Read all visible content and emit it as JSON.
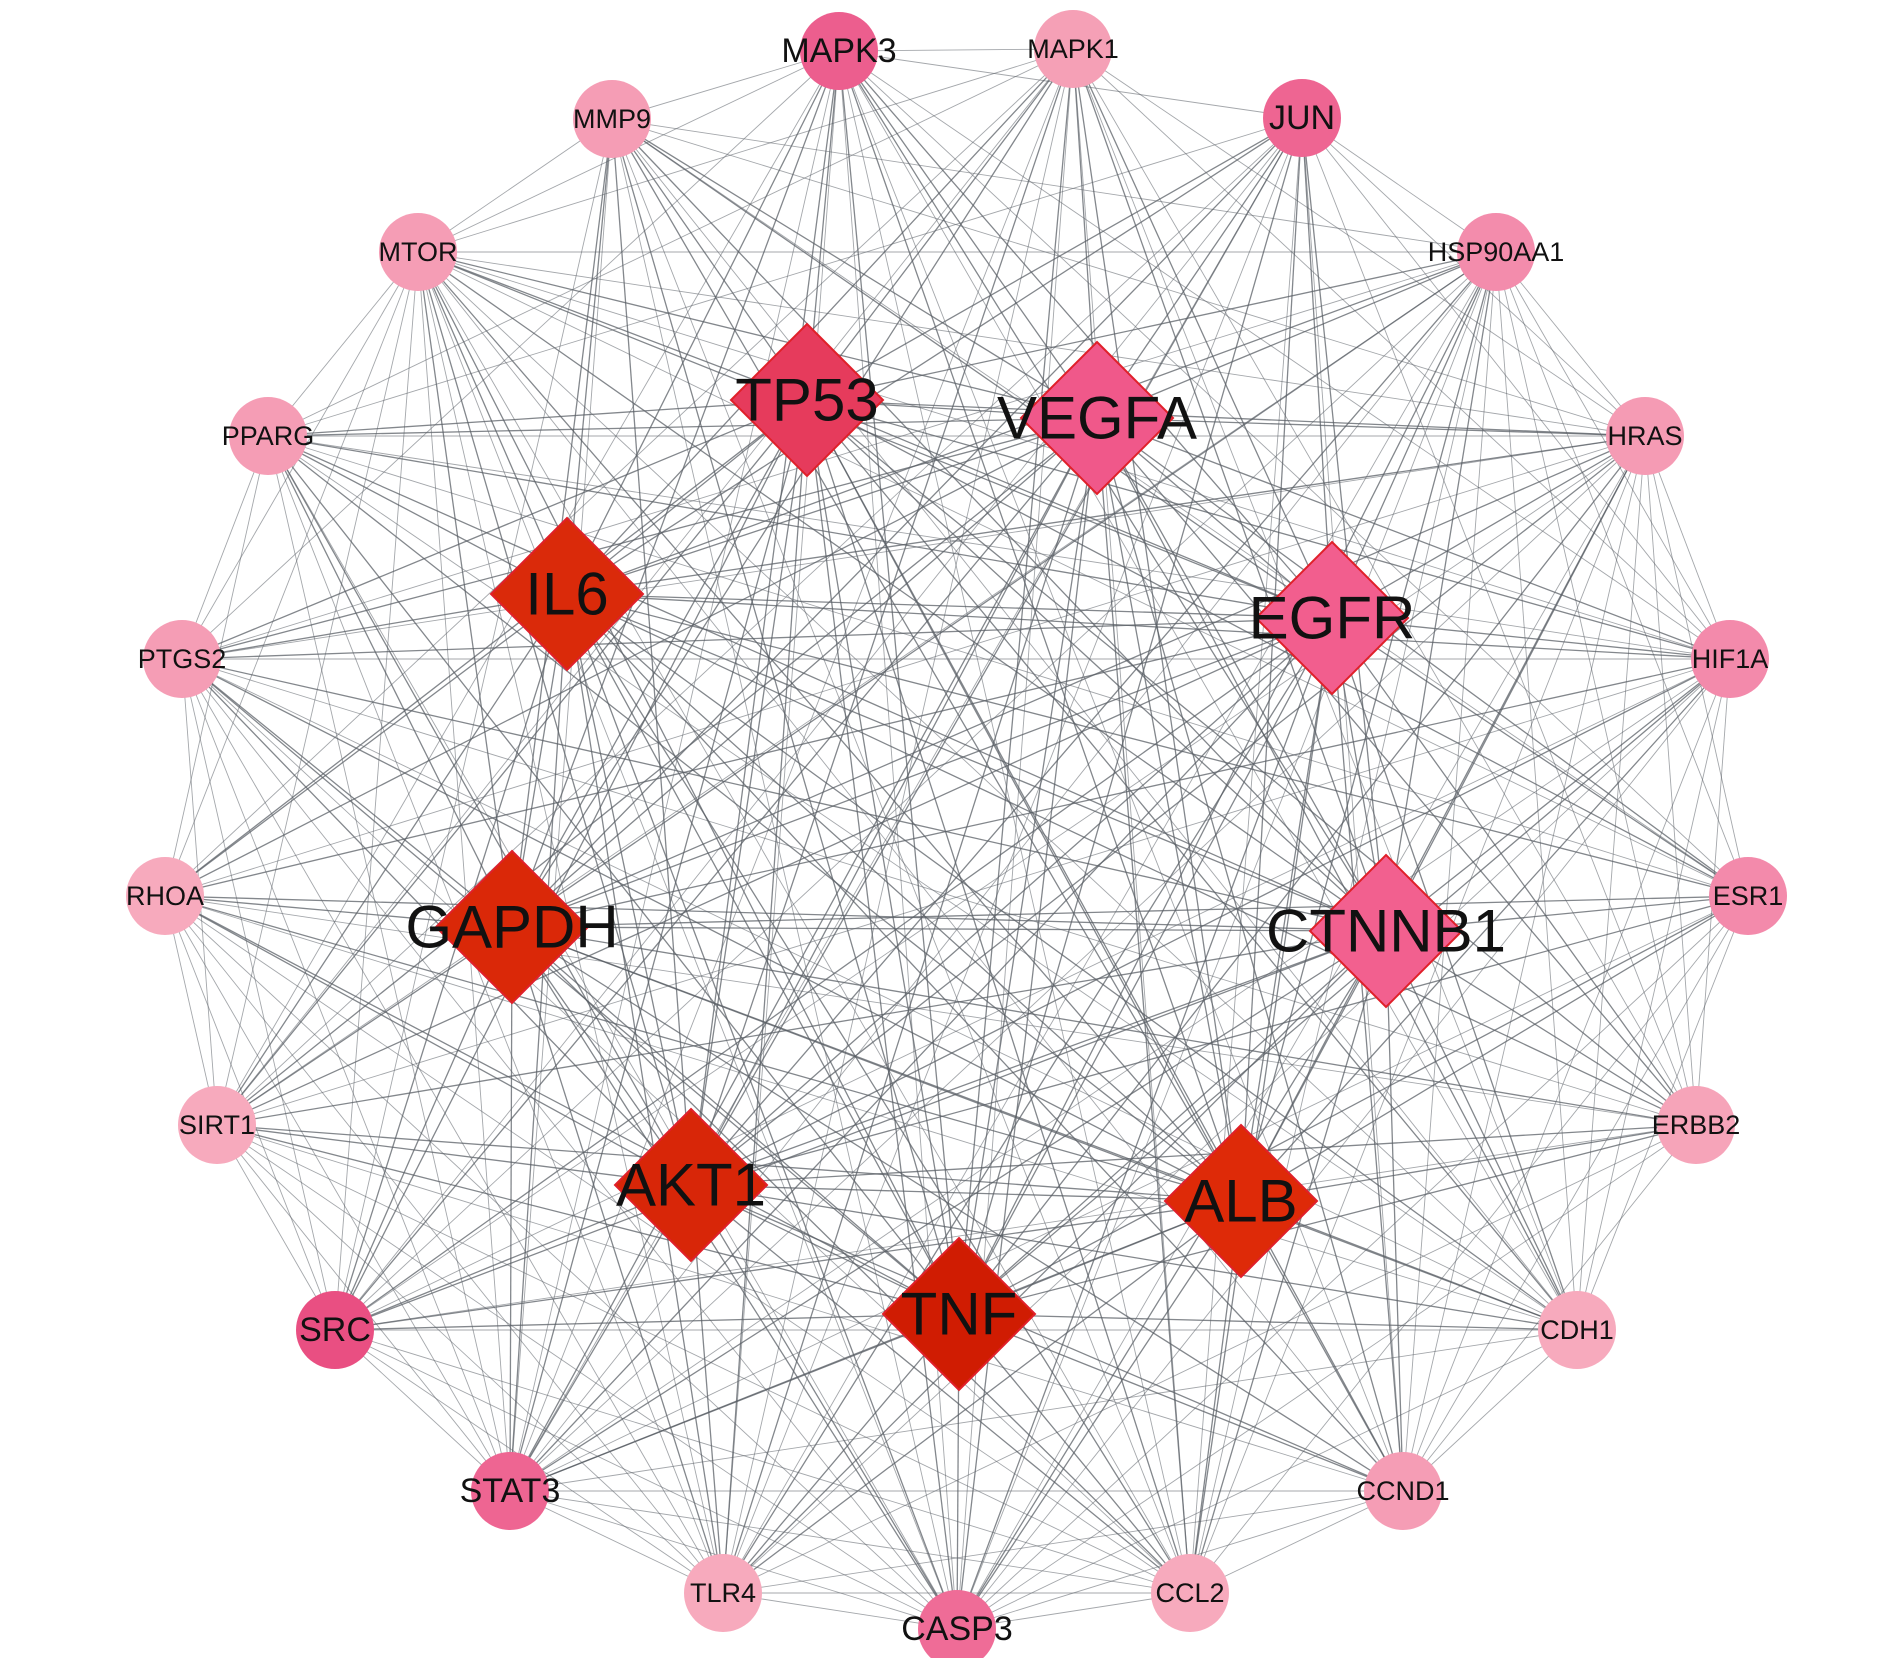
{
  "title": "PPI network",
  "colors": {
    "edge": "#5a5f66",
    "label": "#111111"
  },
  "hub_nodes": [
    {
      "id": "TP53",
      "shape": "diamond",
      "color": "#e63b5c"
    },
    {
      "id": "VEGFA",
      "shape": "diamond",
      "color": "#f0588a"
    },
    {
      "id": "IL6",
      "shape": "diamond",
      "color": "#da2a0a"
    },
    {
      "id": "EGFR",
      "shape": "diamond",
      "color": "#f25e8e"
    },
    {
      "id": "GAPDH",
      "shape": "diamond",
      "color": "#da2808"
    },
    {
      "id": "CTNNB1",
      "shape": "diamond",
      "color": "#f2608f"
    },
    {
      "id": "AKT1",
      "shape": "diamond",
      "color": "#d82608"
    },
    {
      "id": "ALB",
      "shape": "diamond",
      "color": "#de2a08"
    },
    {
      "id": "TNF",
      "shape": "diamond",
      "color": "#d01c02"
    }
  ],
  "ring_nodes": [
    {
      "id": "MAPK3",
      "shape": "circle",
      "color": "#ec5e8e"
    },
    {
      "id": "MAPK1",
      "shape": "circle",
      "color": "#f5a0b6"
    },
    {
      "id": "JUN",
      "shape": "circle",
      "color": "#ee6592"
    },
    {
      "id": "HSP90AA1",
      "shape": "circle",
      "color": "#f38cac"
    },
    {
      "id": "HRAS",
      "shape": "circle",
      "color": "#f59bb4"
    },
    {
      "id": "HIF1A",
      "shape": "circle",
      "color": "#f38aab"
    },
    {
      "id": "ESR1",
      "shape": "circle",
      "color": "#f38aab"
    },
    {
      "id": "ERBB2",
      "shape": "circle",
      "color": "#f6a4b9"
    },
    {
      "id": "CDH1",
      "shape": "circle",
      "color": "#f7aabd"
    },
    {
      "id": "CCND1",
      "shape": "circle",
      "color": "#f59db5"
    },
    {
      "id": "CCL2",
      "shape": "circle",
      "color": "#f7aabd"
    },
    {
      "id": "CASP3",
      "shape": "circle",
      "color": "#ef6c97"
    },
    {
      "id": "TLR4",
      "shape": "circle",
      "color": "#f7aabd"
    },
    {
      "id": "STAT3",
      "shape": "circle",
      "color": "#ee6592"
    },
    {
      "id": "SRC",
      "shape": "circle",
      "color": "#e94f82"
    },
    {
      "id": "SIRT1",
      "shape": "circle",
      "color": "#f7aabd"
    },
    {
      "id": "RHOA",
      "shape": "circle",
      "color": "#f7aabd"
    },
    {
      "id": "PTGS2",
      "shape": "circle",
      "color": "#f59db5"
    },
    {
      "id": "PPARG",
      "shape": "circle",
      "color": "#f59db5"
    },
    {
      "id": "MTOR",
      "shape": "circle",
      "color": "#f59db5"
    },
    {
      "id": "MMP9",
      "shape": "circle",
      "color": "#f59db5"
    }
  ]
}
